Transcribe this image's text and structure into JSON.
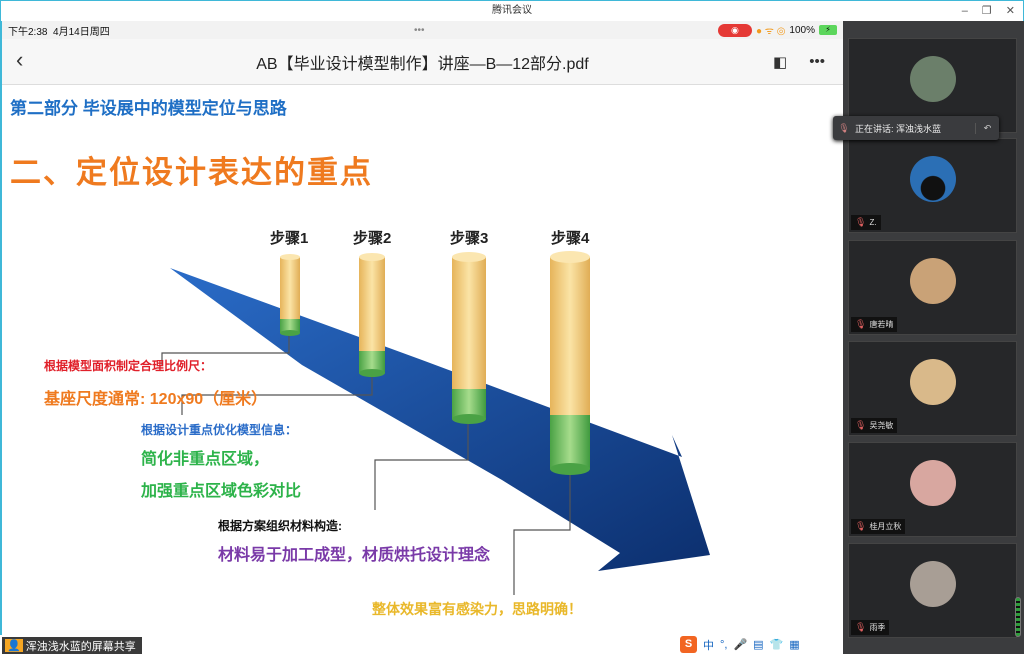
{
  "window": {
    "title": "腾讯会议",
    "min": "–",
    "restore": "❐",
    "close": "✕"
  },
  "ipad": {
    "time": "下午2:38",
    "date": "4月14日周四",
    "dots": "•••",
    "rec": "◉",
    "signal": "● ᯤ ◎",
    "battery": "100%",
    "battery_icon": "⚡"
  },
  "toolbar": {
    "back": "‹",
    "title": "AB【毕业设计模型制作】讲座—B—12部分.pdf",
    "layout": "◧",
    "more": "•••"
  },
  "slide": {
    "subtitle": "第二部分 毕设展中的模型定位与思路",
    "heading": "二、定位设计表达的重点",
    "steps": [
      "步骤1",
      "步骤2",
      "步骤3",
      "步骤4"
    ],
    "step1_label": "根据模型面积制定合理比例尺：",
    "step1_text": "基座尺度通常: 120x90（厘米）",
    "step2_label": "根据设计重点优化模型信息：",
    "step2_text1": "简化非重点区域，",
    "step2_text2": "加强重点区域色彩对比",
    "step3_label": "根据方案组织材料构造:",
    "step3_text": "材料易于加工成型，材质烘托设计理念",
    "step4_text": "整体效果富有感染力，思路明确！",
    "colors": {
      "blue": "#1f6fc5",
      "orange": "#ef7a1f",
      "red": "#e0202a",
      "green": "#2db34a",
      "purple": "#7a3aa8",
      "gold": "#e9b82a",
      "arrow": "#1a4fa0"
    }
  },
  "share": {
    "label": "浑浊浅水蓝的屏幕共享"
  },
  "ime": {
    "logo": "S",
    "items": [
      "中",
      "°,",
      "🎤",
      "▤",
      "👕",
      "▦"
    ]
  },
  "speaking": {
    "label": "正在讲话: 浑浊浅水蓝",
    "reply": "↶"
  },
  "participants": [
    {
      "name": "",
      "color": "#6b7f6a"
    },
    {
      "name": "Z.",
      "color": "#2b6fb5"
    },
    {
      "name": "唐若晴",
      "color": "#c9a277"
    },
    {
      "name": "吴尧敏",
      "color": "#d9b98a"
    },
    {
      "name": "桂月立秋",
      "color": "#d8a7a0"
    },
    {
      "name": "雨季",
      "color": "#a89e95"
    }
  ]
}
